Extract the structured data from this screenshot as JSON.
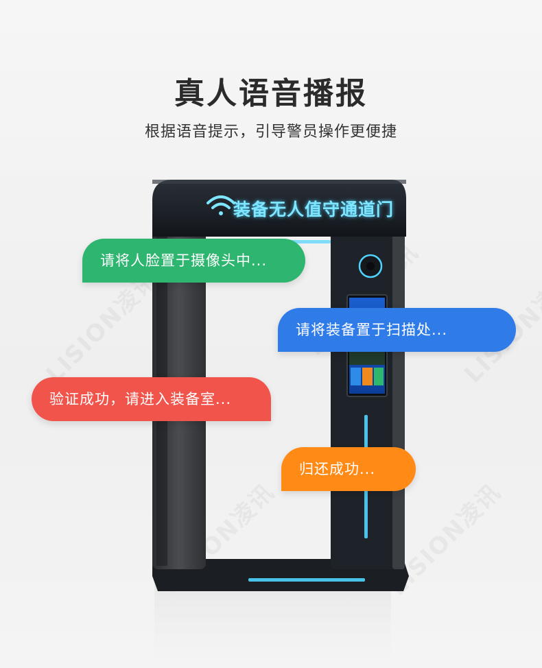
{
  "header": {
    "title": "真人语音播报",
    "subtitle": "根据语音提示，引导警员操作更便捷"
  },
  "device": {
    "sign": "装备无人值守通道门"
  },
  "prompts": [
    {
      "text": "请将人脸置于摄像头中...",
      "color": "#2eb56f"
    },
    {
      "text": "请将装备置于扫描处...",
      "color": "#2f7ce8"
    },
    {
      "text": "验证成功，请进入装备室...",
      "color": "#f0544a"
    },
    {
      "text": "归还成功...",
      "color": "#ff8a16"
    }
  ],
  "watermark": "LISION凌讯",
  "colors": {
    "accent_glow": "#4fd4ff",
    "frame_dark": "#1c2127",
    "pillar": "#3a3c40"
  }
}
